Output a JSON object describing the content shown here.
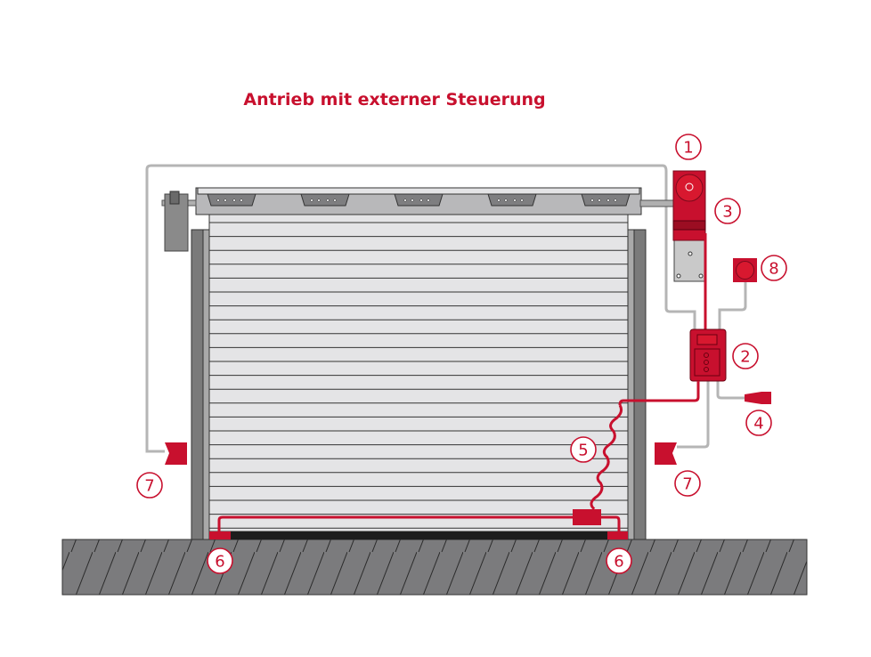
{
  "title": "Antrieb mit externer Steuerung",
  "colors": {
    "accent": "#c8102e",
    "ground": "#7b7b7d",
    "rail": "#7a7a7a",
    "curtain": "#e4e4e6"
  },
  "callouts": [
    {
      "id": "motor",
      "number": "1"
    },
    {
      "id": "control-unit",
      "number": "2"
    },
    {
      "id": "emergency-release",
      "number": "3"
    },
    {
      "id": "power-plug",
      "number": "4"
    },
    {
      "id": "spiral-cable",
      "number": "5"
    },
    {
      "id": "safety-edge-left",
      "number": "6"
    },
    {
      "id": "safety-edge-right",
      "number": "6"
    },
    {
      "id": "photocell-left",
      "number": "7"
    },
    {
      "id": "photocell-right",
      "number": "7"
    },
    {
      "id": "push-button",
      "number": "8"
    }
  ]
}
